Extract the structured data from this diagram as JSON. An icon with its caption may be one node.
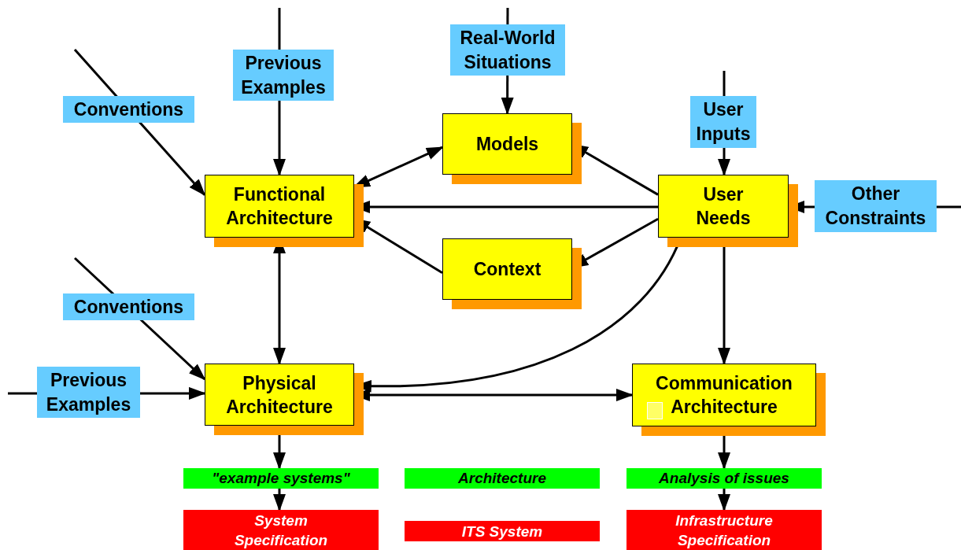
{
  "diagram": {
    "nodes": [
      {
        "text": [
          "Functional Architecture"
        ]
      },
      {
        "text": [
          "Models"
        ]
      },
      {
        "text": [
          "Context"
        ]
      },
      {
        "text": [
          "User Needs"
        ]
      },
      {
        "text": [
          "Physical Architecture"
        ]
      },
      {
        "text": [
          "Communication Architecture"
        ]
      },
      {
        "text": [
          "\"example systems\""
        ]
      },
      {
        "text": [
          "System Specification"
        ]
      },
      {
        "text": [
          "Architecture"
        ]
      },
      {
        "text": [
          "ITS System"
        ]
      },
      {
        "text": [
          "Analysis of issues"
        ]
      },
      {
        "text": [
          "Infrastructure Specification"
        ]
      }
    ],
    "edges": [
      {
        "from": null,
        "to": 0,
        "arrow": "to",
        "label": "Previous Examples"
      },
      {
        "from": null,
        "to": 0,
        "arrow": "to",
        "label": "Conventions"
      },
      {
        "from": null,
        "to": 1,
        "arrow": "to",
        "label": "Real-World Situations"
      },
      {
        "from": 0,
        "to": 1,
        "arrow": "both"
      },
      {
        "from": 3,
        "to": 1,
        "arrow": "to"
      },
      {
        "from": 3,
        "to": 0,
        "arrow": "to"
      },
      {
        "from": 2,
        "to": 0,
        "arrow": "to"
      },
      {
        "from": 3,
        "to": 2,
        "arrow": "to"
      },
      {
        "from": null,
        "to": 3,
        "arrow": "to",
        "label": "User Inputs"
      },
      {
        "from": null,
        "to": 3,
        "arrow": "to",
        "label": "Other Constraints"
      },
      {
        "from": 0,
        "to": 4,
        "arrow": "both"
      },
      {
        "from": null,
        "to": 4,
        "arrow": "to",
        "label": "Conventions"
      },
      {
        "from": null,
        "to": 4,
        "arrow": "to",
        "label": "Previous Examples"
      },
      {
        "from": 3,
        "to": 4,
        "arrow": "to"
      },
      {
        "from": 4,
        "to": 5,
        "arrow": "both"
      },
      {
        "from": 3,
        "to": 5,
        "arrow": "to"
      },
      {
        "from": 4,
        "to": 6,
        "arrow": "to"
      },
      {
        "from": 6,
        "to": 7,
        "arrow": "to"
      },
      {
        "from": 5,
        "to": 10,
        "arrow": "to"
      },
      {
        "from": 10,
        "to": 11,
        "arrow": "to"
      }
    ]
  }
}
